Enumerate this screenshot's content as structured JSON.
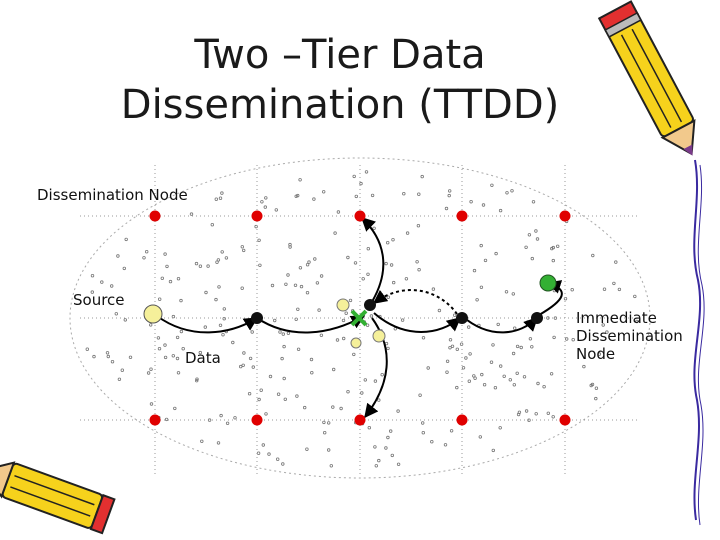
{
  "title": {
    "line1": "Two –Tier Data",
    "line2": "Dissemination (TTDD)"
  },
  "labels": {
    "dissemination_node": "Dissemination Node",
    "source": "Source",
    "data": "Data",
    "immediate_line1": "Immediate",
    "immediate_line2": "Dissemination",
    "immediate_line3": "Node"
  },
  "grid": {
    "columns": 5,
    "rows": 3
  },
  "colors": {
    "grid_node": "#e00000",
    "path_node": "#111111",
    "source_node": "#f5f09a",
    "sink_node": "#33b033",
    "field_border": "#aaaaaa",
    "sensor_dot": "#777777"
  },
  "icons": {
    "pencil_top_right": "pencil-icon",
    "pencil_bottom_left": "pencil-icon"
  }
}
